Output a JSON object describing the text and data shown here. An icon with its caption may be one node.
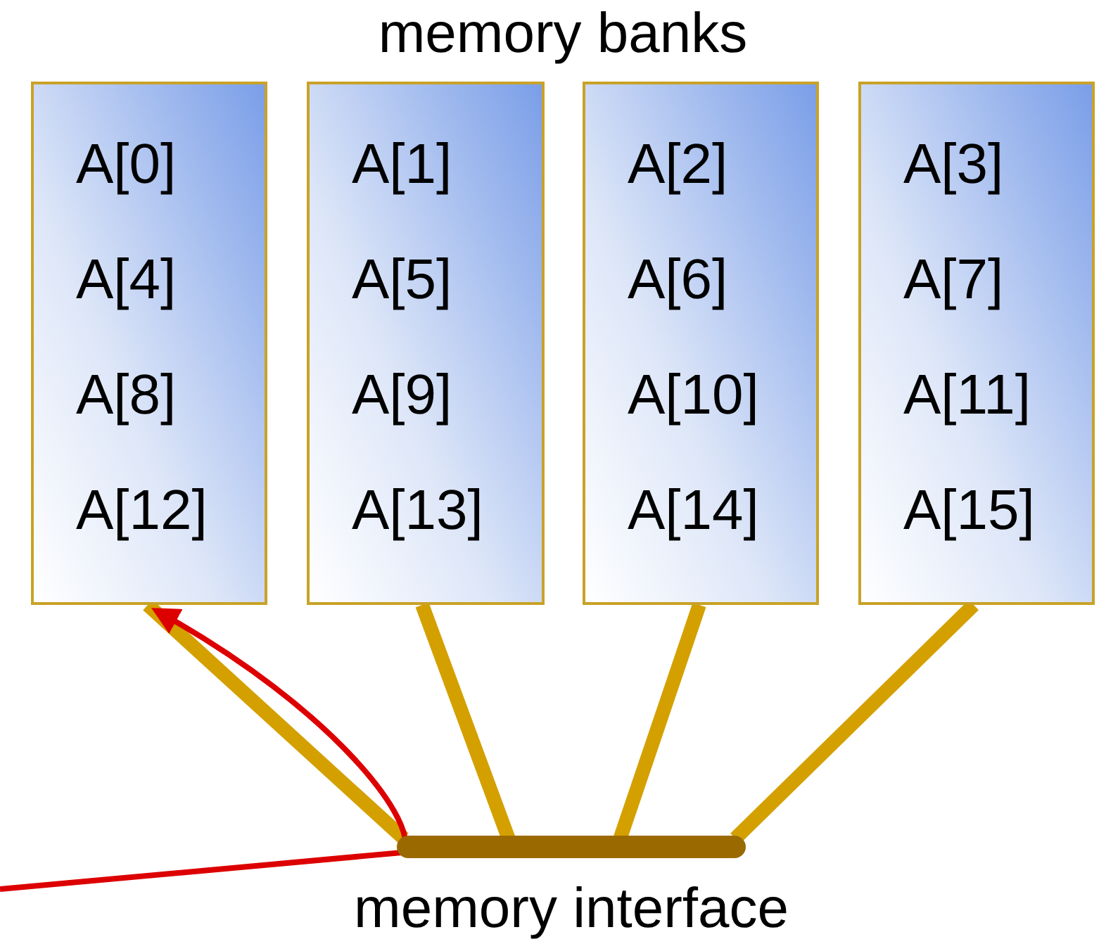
{
  "diagram": {
    "title": "memory banks",
    "nodes": [
      {
        "text": [
          "A[0]",
          "A[4]",
          "A[8]",
          "A[12]"
        ]
      },
      {
        "text": [
          "A[1]",
          "A[5]",
          "A[9]",
          "A[13]"
        ]
      },
      {
        "text": [
          "A[2]",
          "A[6]",
          "A[10]",
          "A[14]"
        ]
      },
      {
        "text": [
          "A[3]",
          "A[7]",
          "A[11]",
          "A[15]"
        ]
      },
      {
        "text": [
          "memory interface"
        ]
      }
    ],
    "edges": [
      {
        "from": 0,
        "to": 4,
        "arrow": "none"
      },
      {
        "from": 1,
        "to": 4,
        "arrow": "none"
      },
      {
        "from": 2,
        "to": 4,
        "arrow": "none"
      },
      {
        "from": 3,
        "to": 4,
        "arrow": "none"
      },
      {
        "from": null,
        "to": 0,
        "arrow": "to",
        "color": "#dd0000"
      }
    ]
  }
}
